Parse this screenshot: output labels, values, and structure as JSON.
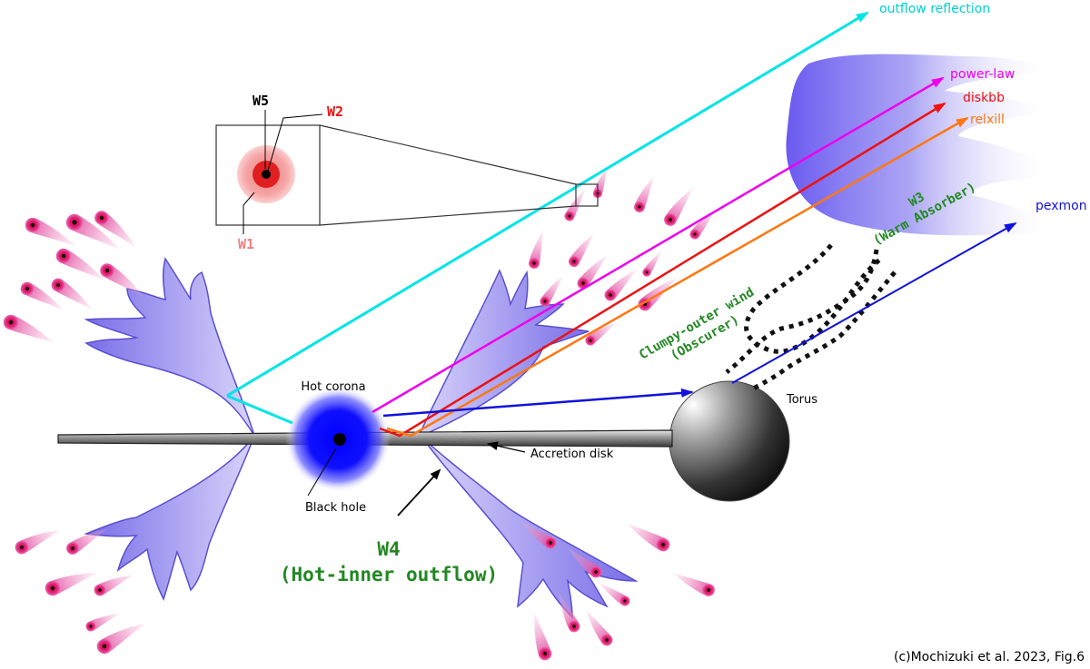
{
  "labels": {
    "outflow_reflection": "outflow reflection",
    "power_law": "power-law",
    "diskbb": "diskbb",
    "relxill": "relxill",
    "pexmon": "pexmon",
    "w5": "W5",
    "w2": "W2",
    "w1": "W1",
    "w3_line1": "W3",
    "w3_line2": "(Warm Absorber)",
    "clumpy_line1": "Clumpy-outer wind",
    "clumpy_line2": "(Obscurer)",
    "hot_corona": "Hot corona",
    "torus": "Torus",
    "accretion_disk": "Accretion disk",
    "black_hole": "Black hole",
    "w4_line1": "W4",
    "w4_line2": "(Hot-inner outflow)",
    "credit": "(c)Mochizuki et al. 2023, Fig.6"
  },
  "colors": {
    "outflow_reflection": "#00e5e5",
    "power_law": "#ee00ee",
    "diskbb": "#ee1111",
    "relxill": "#ff7711",
    "pexmon": "#1111dd",
    "wind_label": "#228822",
    "w2": "#ee1111",
    "w1": "#f08080",
    "outflow_fill": "#8c82ee"
  }
}
